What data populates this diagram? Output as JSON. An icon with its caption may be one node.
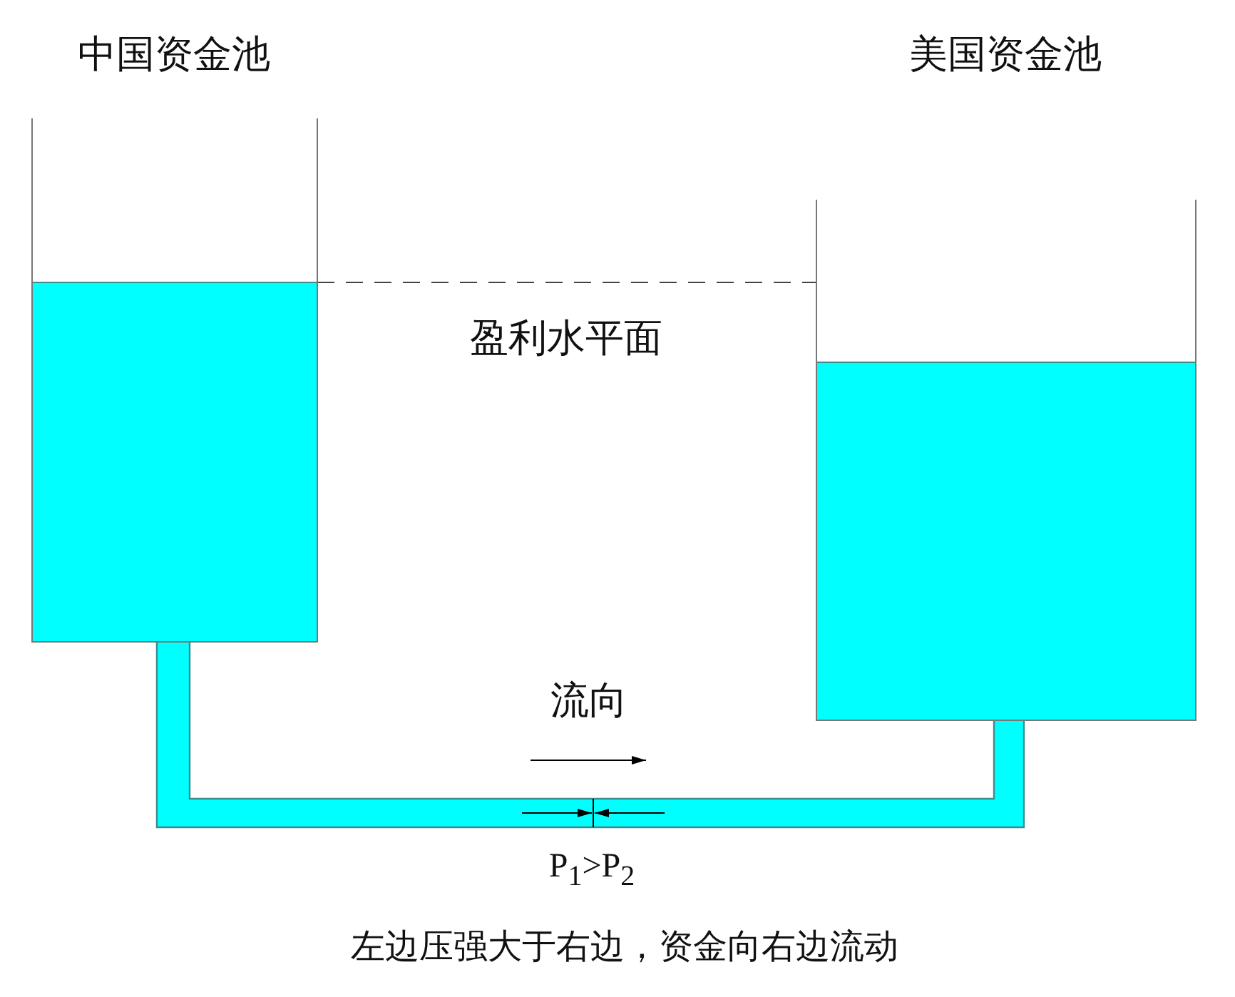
{
  "diagram": {
    "nodes": [
      {
        "text": [
          "中国资金池"
        ]
      },
      {
        "text": [
          "美国资金池"
        ]
      }
    ],
    "edges": [
      {
        "from": 0,
        "to": 1,
        "arrow": "none",
        "style": "dashed"
      }
    ],
    "labels": [
      "盈利水平面",
      "流向",
      "P$_{1}$>P$_{2}$",
      "左边压强大于右边，资金向右边流动"
    ]
  }
}
